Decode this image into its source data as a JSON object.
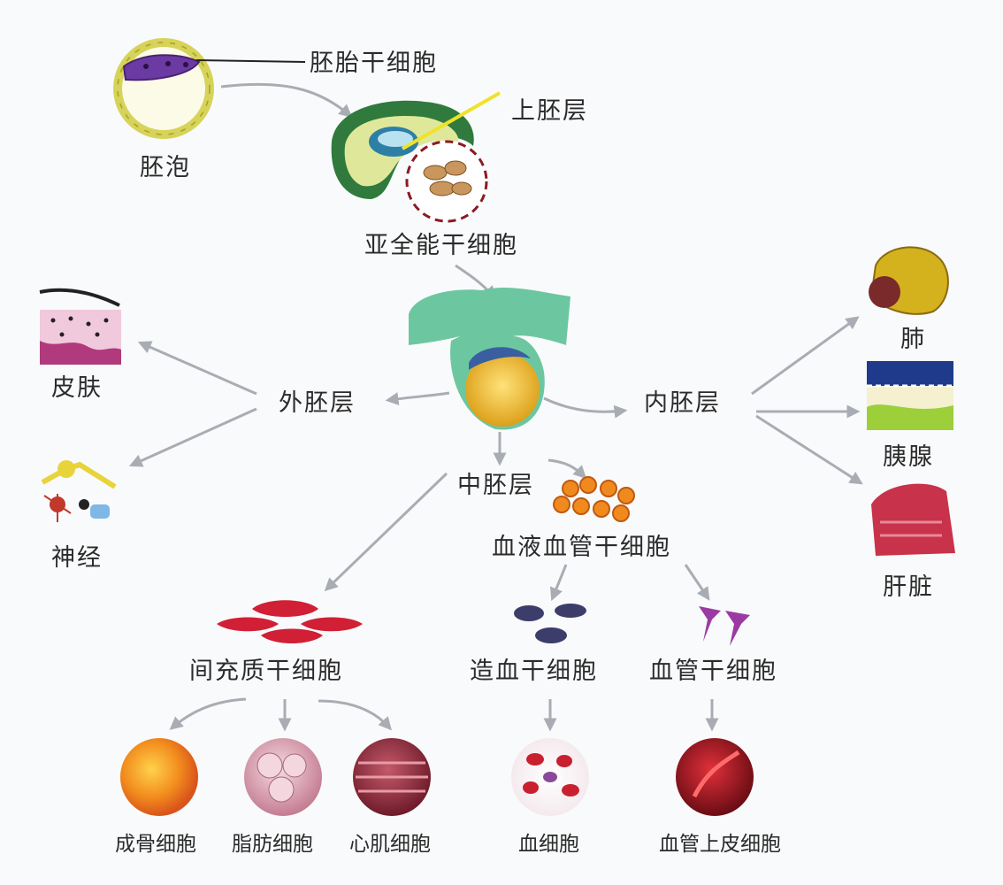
{
  "labels": {
    "embryonic_stem_cell": "胚胎干细胞",
    "blastocyst": "胚泡",
    "epiblast": "上胚层",
    "pluripotent_stem_cell": "亚全能干细胞",
    "ectoderm": "外胚层",
    "endoderm": "内胚层",
    "mesoderm": "中胚层",
    "skin": "皮肤",
    "nerve": "神经",
    "lung": "肺",
    "pancreas": "胰腺",
    "liver": "肝脏",
    "hemangioblast": "血液血管干细胞",
    "mesenchymal_stem_cell": "间充质干细胞",
    "hematopoietic_stem_cell": "造血干细胞",
    "endothelial_stem_cell": "血管干细胞",
    "osteocyte": "成骨细胞",
    "adipocyte": "脂肪细胞",
    "cardiomyocyte": "心肌细胞",
    "blood_cell": "血细胞",
    "endothelial_cell": "血管上皮细胞"
  },
  "colors": {
    "arrow": "#a9adb3",
    "text": "#2b2b2b",
    "embryo_green": "#2f7a3c",
    "yolk": "#e8b21c",
    "red_cell": "#c8202f"
  }
}
